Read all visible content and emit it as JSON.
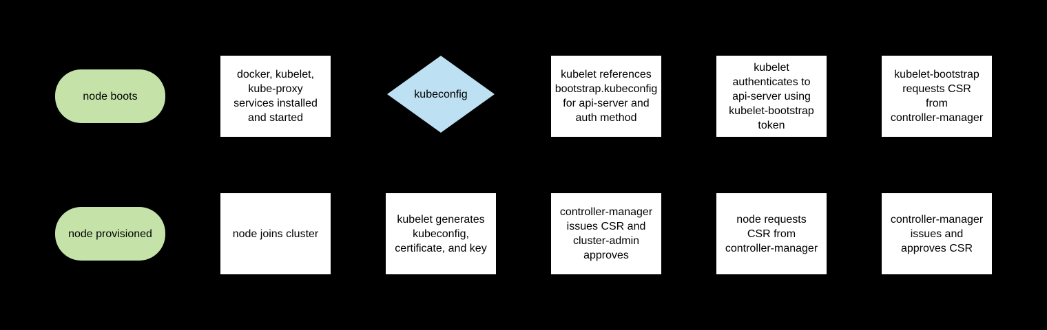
{
  "diagram": {
    "background_color": "#000000",
    "shape_colors": {
      "terminator_fill": "#c5e3a8",
      "process_fill": "#ffffff",
      "decision_fill": "#bde0f2",
      "text_color": "#000000"
    },
    "rows": [
      {
        "nodes": [
          {
            "shape": "terminator",
            "label": "node boots"
          },
          {
            "shape": "process",
            "label": "docker, kubelet,\nkube-proxy\nservices installed\nand started"
          },
          {
            "shape": "decision",
            "label": "kubeconfig"
          },
          {
            "shape": "process",
            "label": "kubelet references\nbootstrap.kubeconfig\nfor api-server and\nauth method"
          },
          {
            "shape": "process",
            "label": "kubelet\nauthenticates to\napi-server using\nkubelet-bootstrap\ntoken"
          },
          {
            "shape": "process",
            "label": "kubelet-bootstrap\nrequests CSR\nfrom\ncontroller-manager"
          }
        ]
      },
      {
        "nodes": [
          {
            "shape": "terminator",
            "label": "node provisioned"
          },
          {
            "shape": "process",
            "label": "node joins cluster"
          },
          {
            "shape": "process",
            "label": "kubelet generates\nkubeconfig,\ncertificate, and key"
          },
          {
            "shape": "process",
            "label": "controller-manager\nissues CSR and\ncluster-admin\napproves"
          },
          {
            "shape": "process",
            "label": "node requests\nCSR from\ncontroller-manager"
          },
          {
            "shape": "process",
            "label": "controller-manager\nissues and\napproves CSR"
          }
        ]
      }
    ]
  }
}
